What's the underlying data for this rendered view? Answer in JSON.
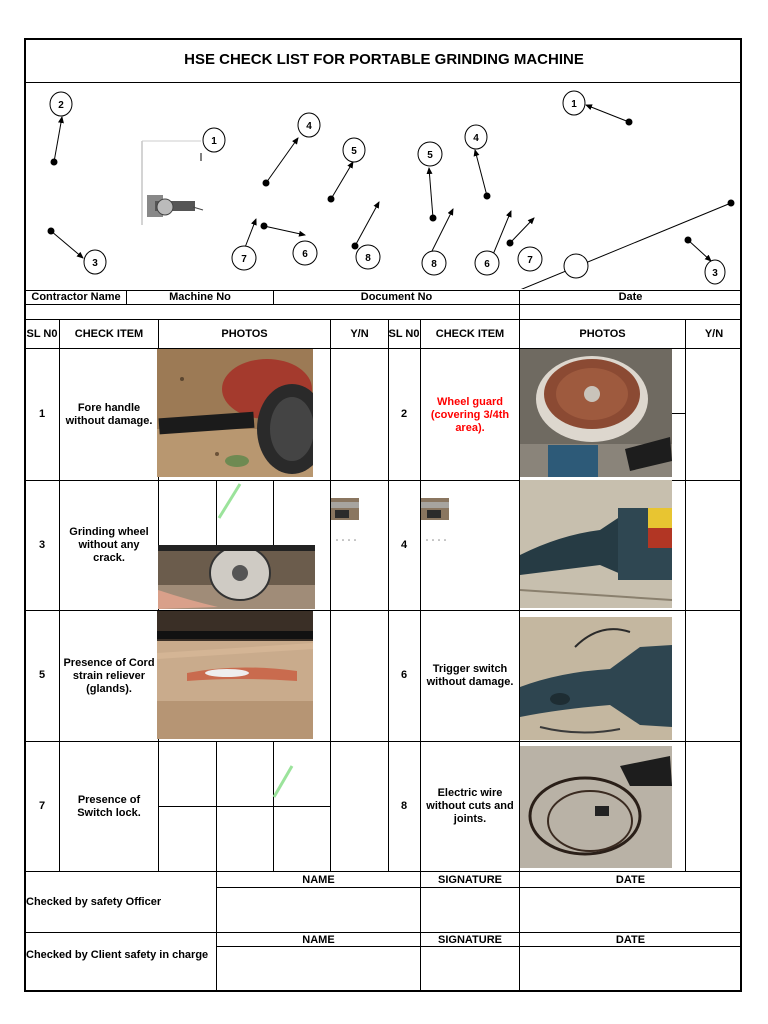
{
  "title": "HSE CHECK LIST FOR PORTABLE GRINDING MACHINE",
  "diagram": {
    "callouts": [
      "2",
      "1",
      "4",
      "5",
      "5",
      "4",
      "1",
      "3",
      "7",
      "6",
      "8",
      "8",
      "6",
      "7",
      "3"
    ]
  },
  "info_row": {
    "contractor_name": "Contractor Name",
    "machine_no": "Machine No",
    "document_no": "Document No",
    "date": "Date"
  },
  "columns": {
    "sl_no": "SL N0",
    "check_item": "CHECK ITEM",
    "photos": "PHOTOS",
    "yn": "Y/N"
  },
  "items": [
    {
      "sl": "1",
      "text": "Fore handle without damage."
    },
    {
      "sl": "2",
      "text": "Wheel guard (covering 3/4th area).",
      "color": "#ff0000"
    },
    {
      "sl": "3",
      "text": "Grinding wheel without any crack."
    },
    {
      "sl": "4",
      "text": ""
    },
    {
      "sl": "5",
      "text": "Presence of Cord strain reliever (glands)."
    },
    {
      "sl": "6",
      "text": "Trigger switch without damage."
    },
    {
      "sl": "7",
      "text": "Presence of Switch lock."
    },
    {
      "sl": "8",
      "text": "Electric wire without cuts and joints."
    }
  ],
  "signoff": {
    "safety_officer": "Checked by safety Officer",
    "client": "Checked by Client  safety in charge",
    "name": "NAME",
    "signature": "SIGNATURE",
    "date": "DATE"
  },
  "colors": {
    "red_text": "#ff0000",
    "border": "#000000",
    "check_mark": "#9be39b"
  }
}
